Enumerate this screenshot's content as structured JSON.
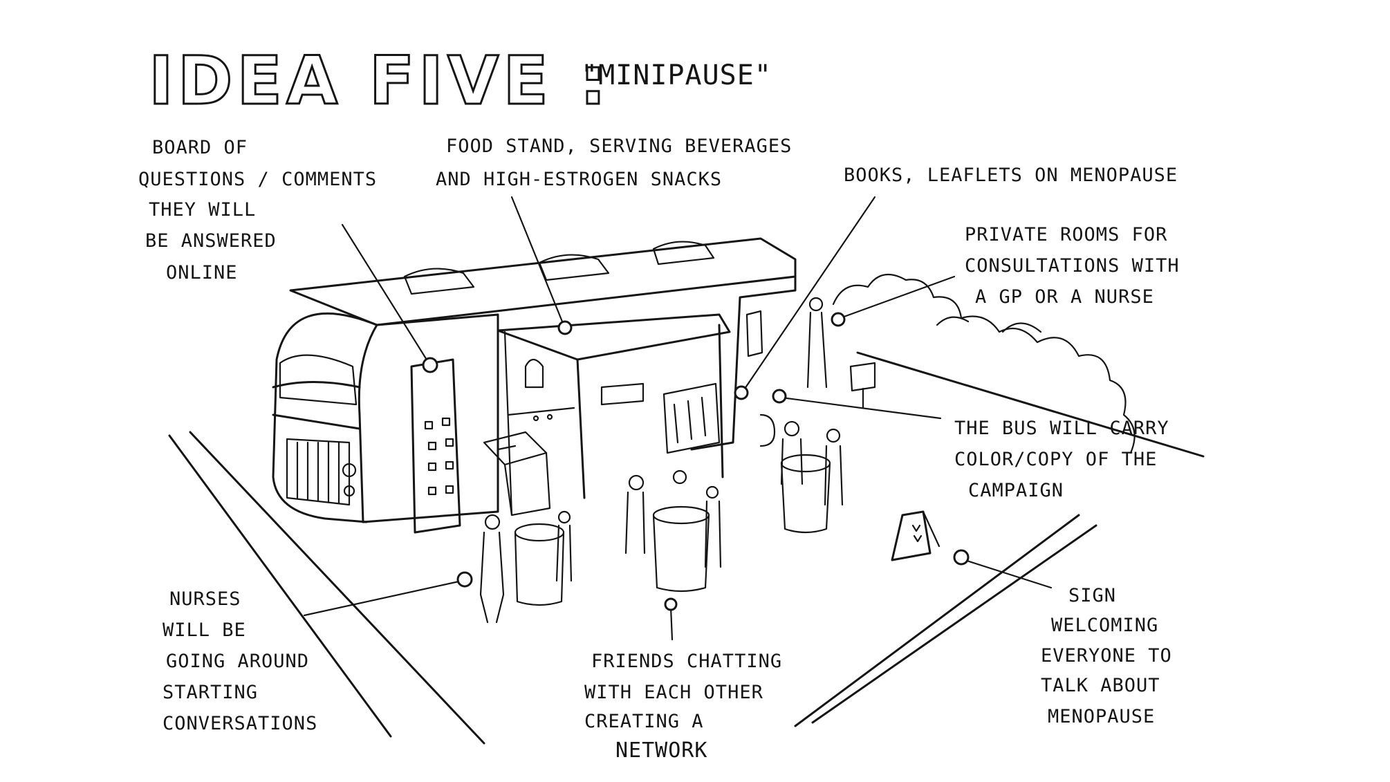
{
  "title": {
    "main": "IDEA FIVE :",
    "subtitle": "\"MINIPAUSE\""
  },
  "annotations": {
    "board": [
      "BOARD OF",
      "QUESTIONS / COMMENTS",
      "THEY WILL",
      "BE ANSWERED",
      "ONLINE"
    ],
    "food": [
      "FOOD STAND, SERVING BEVERAGES",
      "AND HIGH-ESTROGEN SNACKS"
    ],
    "books": [
      "BOOKS, LEAFLETS ON MENOPAUSE"
    ],
    "rooms": [
      "PRIVATE ROOMS FOR",
      "CONSULTATIONS WITH",
      "A GP OR A NURSE"
    ],
    "bus": [
      "THE BUS WILL CARRY",
      "COLOR/COPY OF THE",
      "CAMPAIGN"
    ],
    "nurses": [
      "NURSES",
      "WILL BE",
      "GOING AROUND",
      "STARTING",
      "CONVERSATIONS"
    ],
    "friends": [
      "FRIENDS CHATTING",
      "WITH EACH OTHER",
      "CREATING A",
      "NETWORK"
    ],
    "sign": [
      "SIGN",
      "WELCOMING",
      "EVERYONE TO",
      "TALK ABOUT",
      "MENOPAUSE"
    ]
  }
}
